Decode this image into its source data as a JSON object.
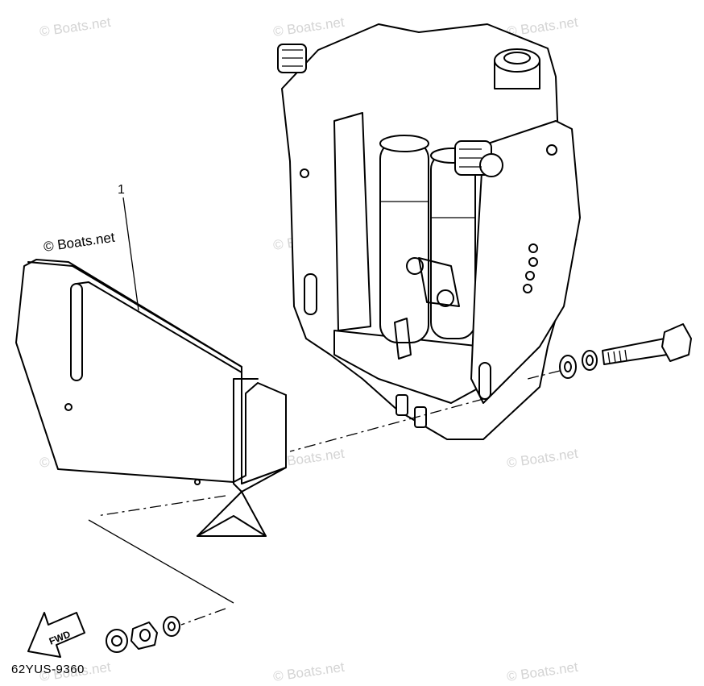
{
  "diagram": {
    "part_callout": "1",
    "drawing_code": "62YUS-9360",
    "forward_arrow_label": "FWD",
    "watermark_text": "© Boats.net",
    "colors": {
      "line": "#000000",
      "background": "#ffffff",
      "watermark": "#d4d4d4"
    }
  }
}
